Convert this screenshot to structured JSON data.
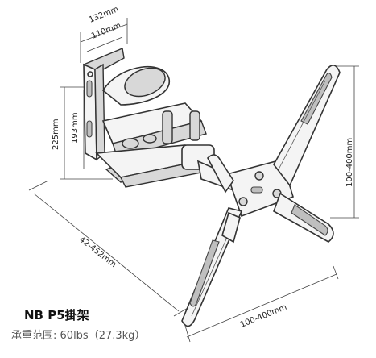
{
  "product": {
    "title": "NB P5掛架",
    "load_label": "承重范围:",
    "load_value": "60lbs（27.3kg）"
  },
  "dimensions": {
    "top_outer": "132mm",
    "top_inner": "110mm",
    "left_outer": "225mm",
    "left_inner": "193mm",
    "extension": "42-452mm",
    "right_vertical": "100-400mm",
    "bottom_horizontal": "100-400mm"
  }
}
